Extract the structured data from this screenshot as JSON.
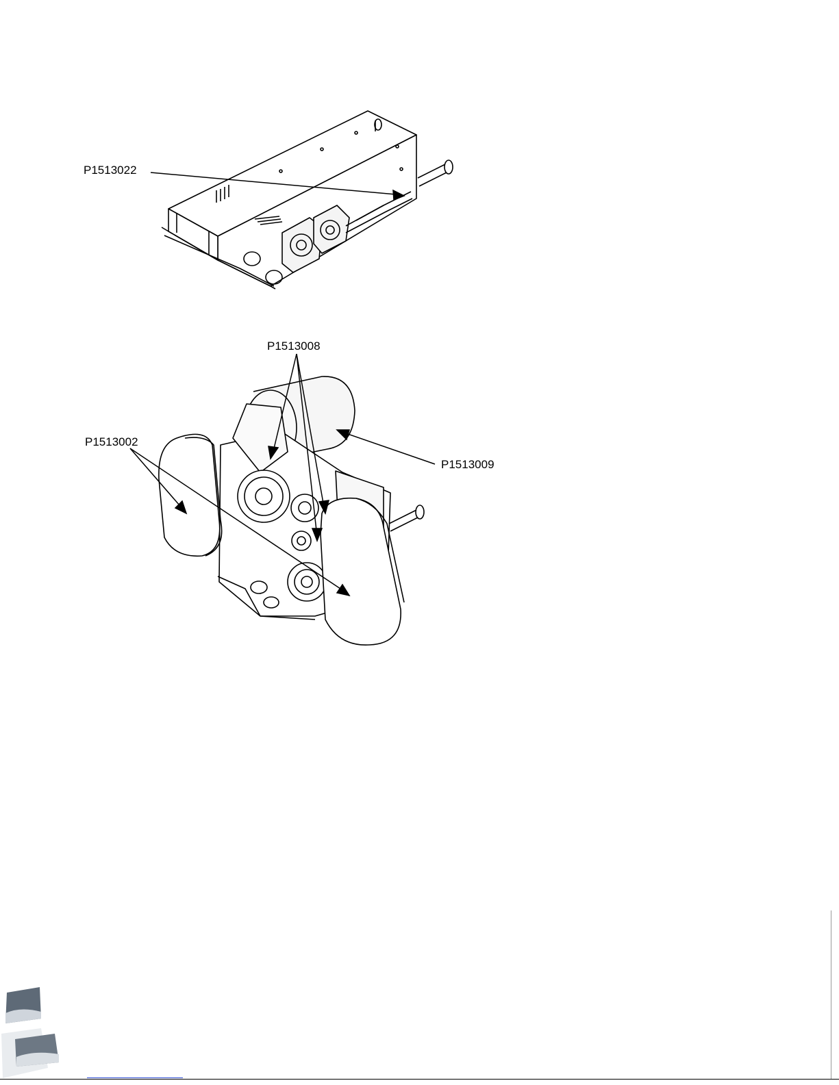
{
  "figure_top": {
    "callouts": [
      {
        "id": "P1513022",
        "label": "P1513022"
      }
    ]
  },
  "figure_bottom": {
    "callouts": [
      {
        "id": "P1513008",
        "label": "P1513008"
      },
      {
        "id": "P1513002",
        "label": "P1513002"
      },
      {
        "id": "P1513009",
        "label": "P1513009"
      }
    ]
  },
  "colors": {
    "line": "#000000",
    "shade": "#e6e6e6",
    "footer_link": "#2b4bd6"
  },
  "icons": {
    "corner_logo": "stacked-wave-logo-icon"
  }
}
